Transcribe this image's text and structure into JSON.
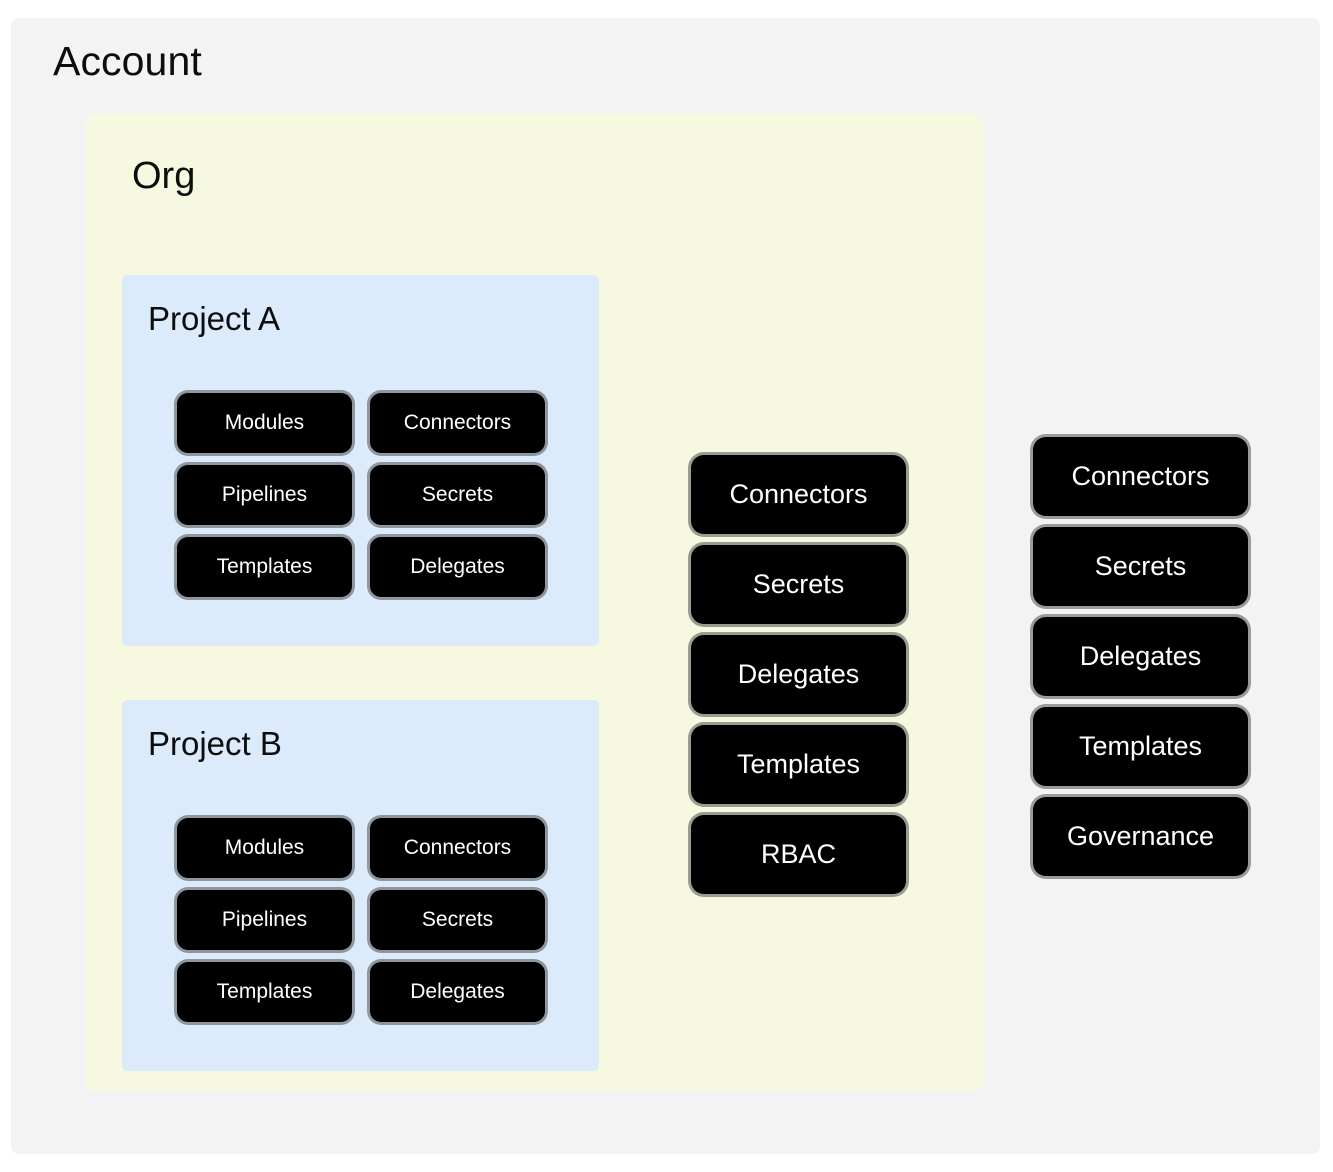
{
  "account": {
    "title": "Account",
    "background_color": "#f3f3f3",
    "resources": [
      {
        "label": "Connectors"
      },
      {
        "label": "Secrets"
      },
      {
        "label": "Delegates"
      },
      {
        "label": "Templates"
      },
      {
        "label": "Governance"
      }
    ]
  },
  "org": {
    "title": "Org",
    "background_color": "#f6f9e0",
    "resources": [
      {
        "label": "Connectors"
      },
      {
        "label": "Secrets"
      },
      {
        "label": "Delegates"
      },
      {
        "label": "Templates"
      },
      {
        "label": "RBAC"
      }
    ]
  },
  "projects": [
    {
      "title": "Project A",
      "background_color": "#dcebfb",
      "resources": [
        {
          "label": "Modules"
        },
        {
          "label": "Connectors"
        },
        {
          "label": "Pipelines"
        },
        {
          "label": "Secrets"
        },
        {
          "label": "Templates"
        },
        {
          "label": "Delegates"
        }
      ]
    },
    {
      "title": "Project B",
      "background_color": "#dcebfb",
      "resources": [
        {
          "label": "Modules"
        },
        {
          "label": "Connectors"
        },
        {
          "label": "Pipelines"
        },
        {
          "label": "Secrets"
        },
        {
          "label": "Templates"
        },
        {
          "label": "Delegates"
        }
      ]
    }
  ],
  "colors": {
    "page_background": "#ffffff",
    "account_background": "#f3f3f3",
    "org_background": "#f6f9e0",
    "project_background": "#dcebfb",
    "chip_background": "#000000",
    "chip_text": "#ffffff",
    "heading_text": "#0d0d0d"
  }
}
